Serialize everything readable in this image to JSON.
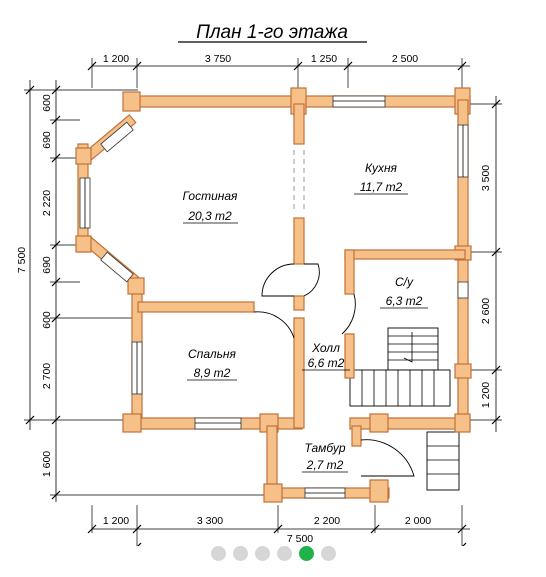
{
  "title": "План 1-го этажа",
  "rooms": [
    {
      "name": "Гостиная",
      "area": "20,3 m2"
    },
    {
      "name": "Кухня",
      "area": "11,7 m2"
    },
    {
      "name": "С/у",
      "area": "6,3 m2"
    },
    {
      "name": "Холл",
      "area": "6,6 m2"
    },
    {
      "name": "Спальня",
      "area": "8,9 m2"
    },
    {
      "name": "Тамбур",
      "area": "2,7 m2"
    }
  ],
  "dims_top": [
    "1 200",
    "3 750",
    "1 250",
    "2 500"
  ],
  "dims_bottom": [
    "1 200",
    "3 300",
    "2 200",
    "2 000"
  ],
  "dim_bottom_total": "7 500",
  "dims_left": [
    "600",
    "690",
    "2 220",
    "690",
    "600",
    "2 700",
    "1 600"
  ],
  "dim_left_total": "7 500",
  "dims_right": [
    "3 500",
    "2 600",
    "1 200"
  ],
  "colors": {
    "wall_fill": "#f6c089",
    "wall_stroke": "#c07038",
    "pager_active": "#21b24b",
    "pager_inactive": "#d6d6d6"
  },
  "pager": {
    "count": 6,
    "active_index": 4
  }
}
